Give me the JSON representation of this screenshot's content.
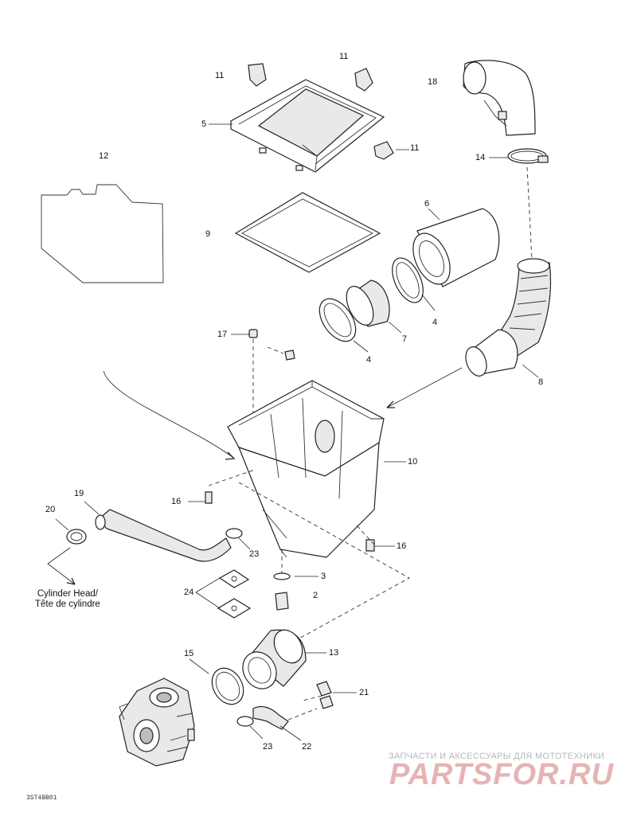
{
  "callouts": [
    {
      "id": "c11a",
      "text": "11"
    },
    {
      "id": "c11b",
      "text": "11"
    },
    {
      "id": "c11c",
      "text": "11"
    },
    {
      "id": "c18",
      "text": "18"
    },
    {
      "id": "c5",
      "text": "5"
    },
    {
      "id": "c12",
      "text": "12"
    },
    {
      "id": "c14",
      "text": "14"
    },
    {
      "id": "c6",
      "text": "6"
    },
    {
      "id": "c9",
      "text": "9"
    },
    {
      "id": "c4a",
      "text": "4"
    },
    {
      "id": "c7",
      "text": "7"
    },
    {
      "id": "c17",
      "text": "17"
    },
    {
      "id": "c4b",
      "text": "4"
    },
    {
      "id": "c8",
      "text": "8"
    },
    {
      "id": "c10",
      "text": "10"
    },
    {
      "id": "c16a",
      "text": "16"
    },
    {
      "id": "c19",
      "text": "19"
    },
    {
      "id": "c20",
      "text": "20"
    },
    {
      "id": "c23a",
      "text": "23"
    },
    {
      "id": "c16b",
      "text": "16"
    },
    {
      "id": "c3",
      "text": "3"
    },
    {
      "id": "c24",
      "text": "24"
    },
    {
      "id": "c2",
      "text": "2"
    },
    {
      "id": "c15",
      "text": "15"
    },
    {
      "id": "c13",
      "text": "13"
    },
    {
      "id": "c21",
      "text": "21"
    },
    {
      "id": "c23b",
      "text": "23"
    },
    {
      "id": "c22",
      "text": "22"
    }
  ],
  "destination_note": {
    "line1": "Cylinder Head/",
    "line2": "Tête de cylindre"
  },
  "drawing_code": "3ST4BB01",
  "watermark": {
    "tagline": "ЗАПЧАСТИ И АКСЕССУАРЫ ДЛЯ МОТОТЕХНИКИ",
    "logo": "PARTSFOR.RU",
    "color": "#e6b3b3"
  }
}
